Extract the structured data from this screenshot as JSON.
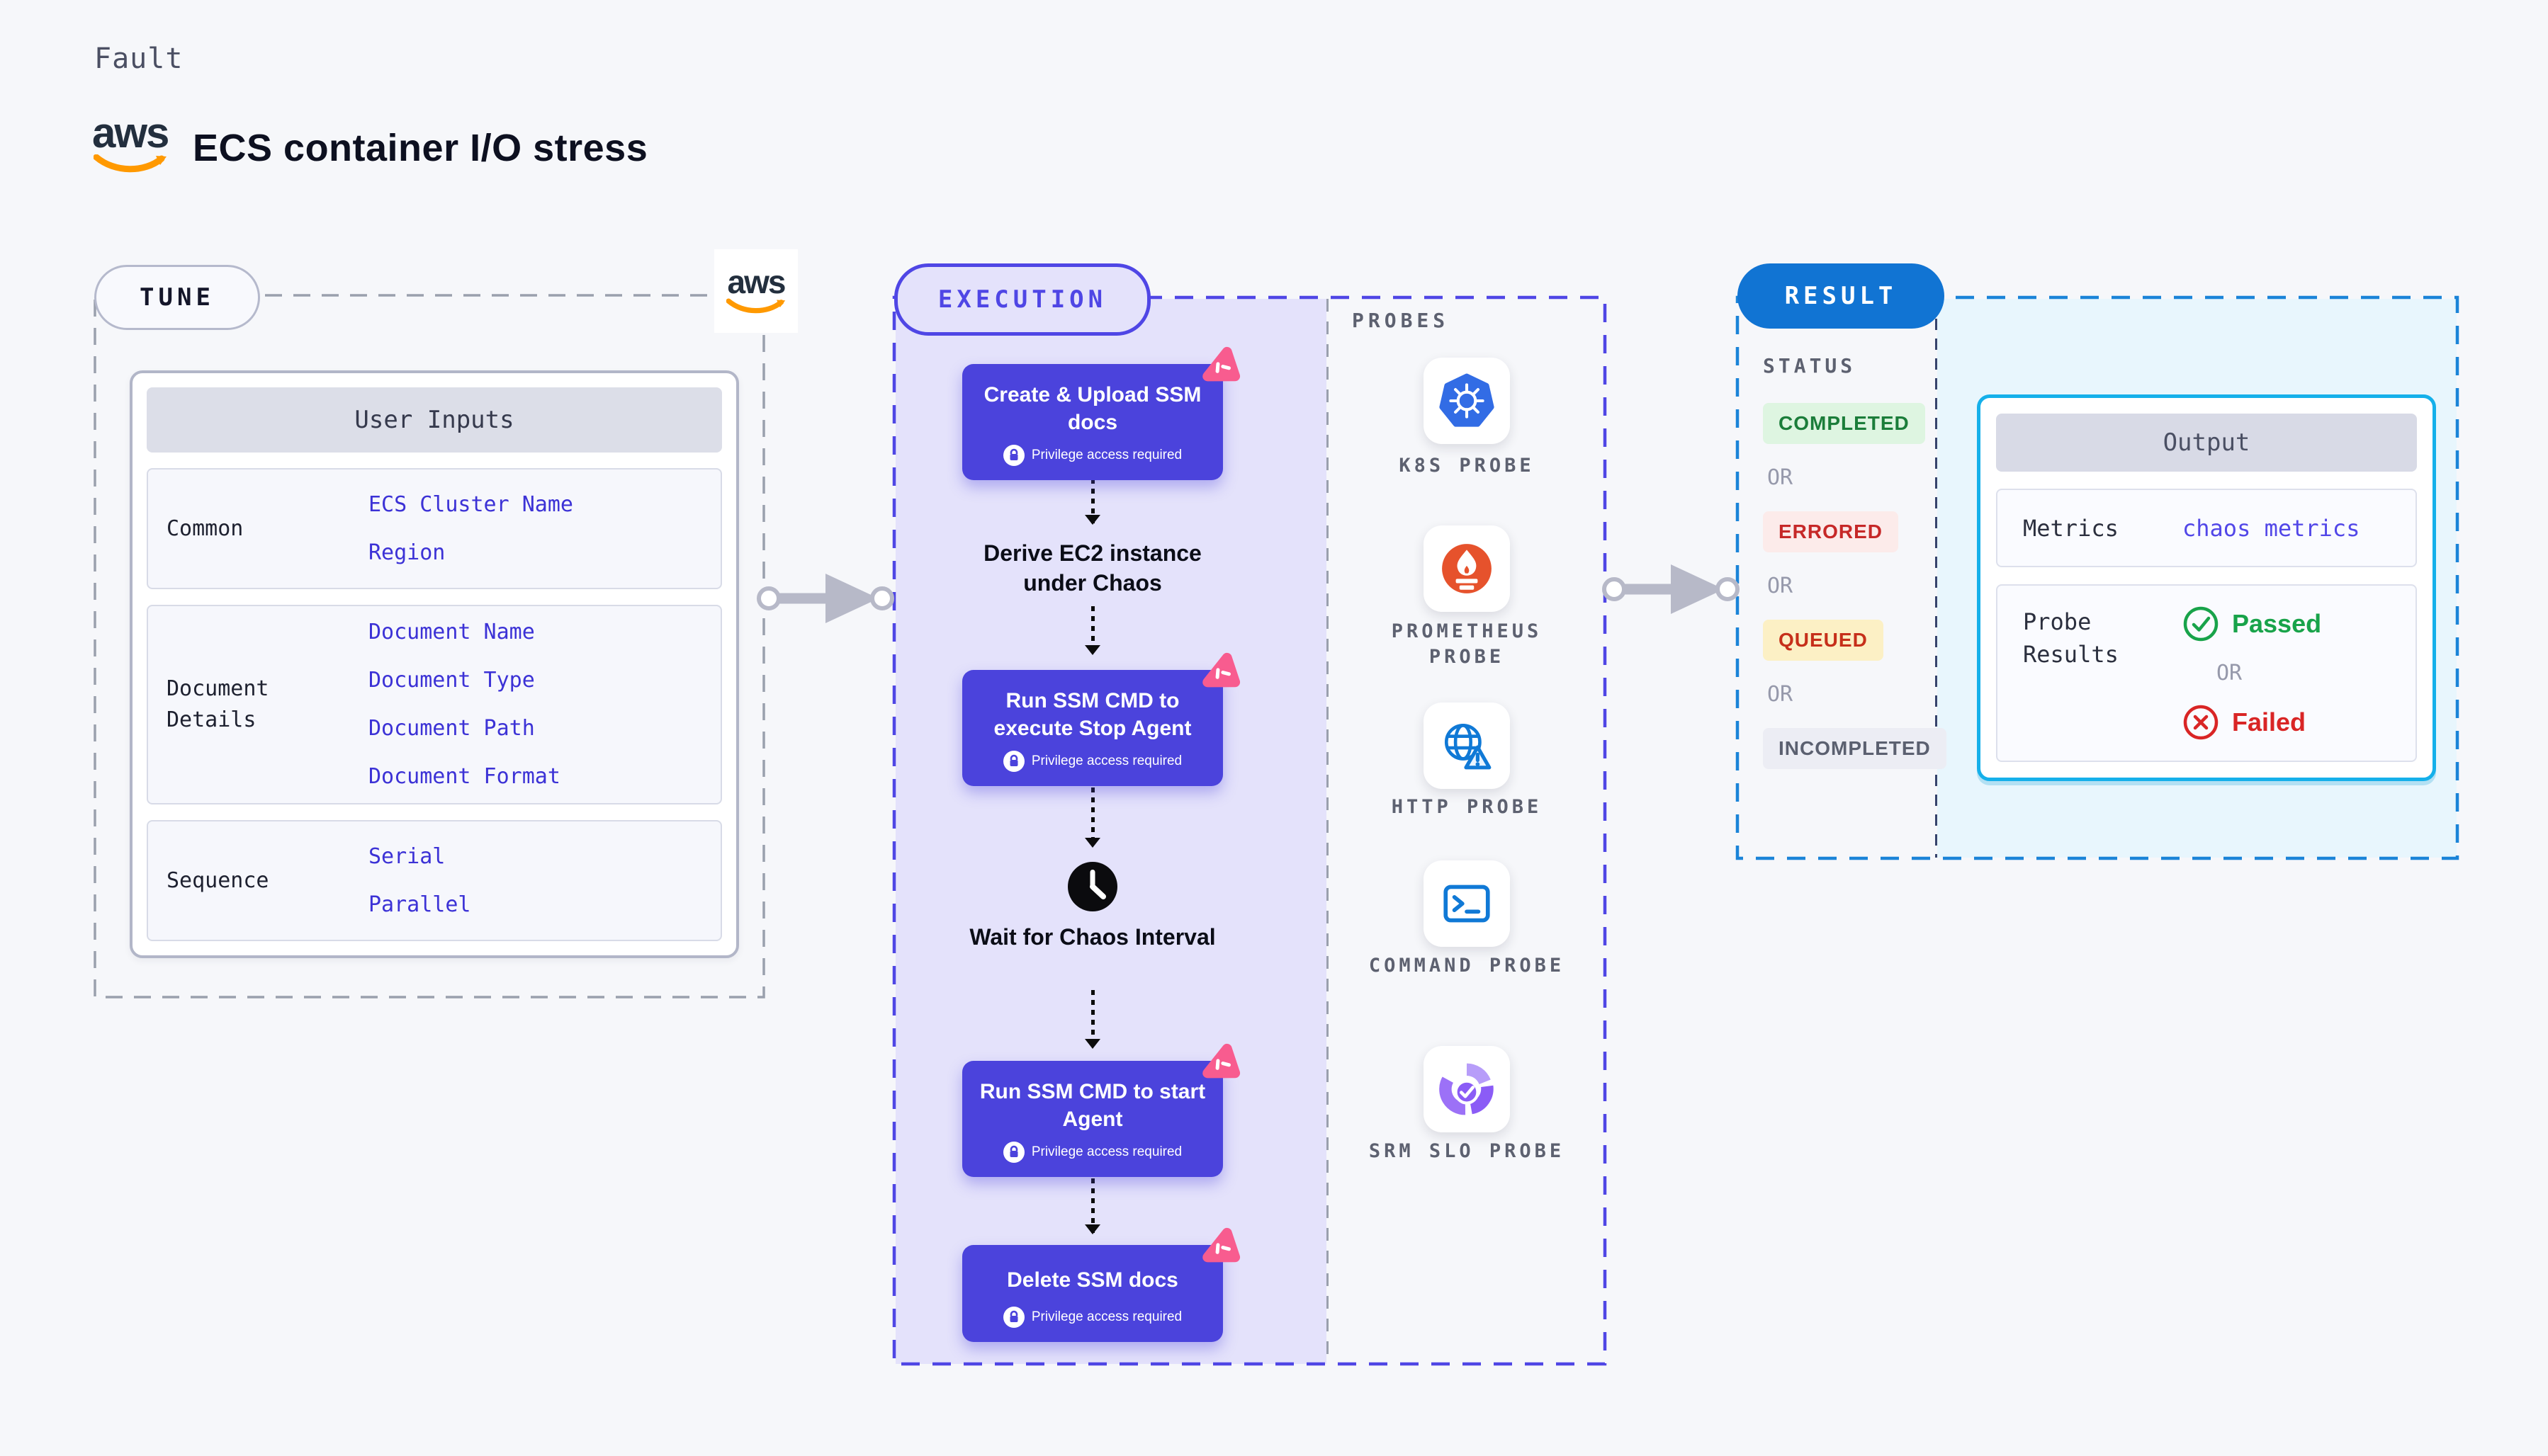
{
  "page": {
    "fault_label": "Fault",
    "brand": "aws",
    "title": "ECS container I/O stress"
  },
  "colors": {
    "indigo": "#4b43dc",
    "lavender": "#e4e2fb",
    "pink_ribbon": "#f85c8f",
    "result_blue": "#1174d3",
    "cyan_border": "#15b0ea",
    "passed_green": "#18a34a",
    "failed_red": "#d92525",
    "aws_orange": "#ff9900"
  },
  "tune": {
    "label": "TUNE",
    "table": {
      "header": "User Inputs",
      "rows": [
        {
          "label": "Common",
          "values": [
            "ECS Cluster Name",
            "Region"
          ]
        },
        {
          "label": "Document Details",
          "values": [
            "Document Name",
            "Document Type",
            "Document Path",
            "Document Format"
          ]
        },
        {
          "label": "Sequence",
          "values": [
            "Serial",
            "Parallel"
          ]
        }
      ]
    }
  },
  "execution": {
    "label": "EXECUTION",
    "steps": [
      {
        "type": "action",
        "title": "Create & Upload SSM docs",
        "badge": "Privilege access required"
      },
      {
        "type": "text",
        "title": "Derive EC2 instance under Chaos"
      },
      {
        "type": "action",
        "title": "Run SSM CMD to execute Stop Agent",
        "badge": "Privilege access required"
      },
      {
        "type": "wait",
        "title": "Wait for Chaos Interval"
      },
      {
        "type": "action",
        "title": "Run SSM CMD to start Agent",
        "badge": "Privilege access required"
      },
      {
        "type": "action",
        "title": "Delete SSM docs",
        "badge": "Privilege access required"
      }
    ],
    "probes": {
      "label": "PROBES",
      "items": [
        {
          "name": "K8S PROBE",
          "icon": "kubernetes-icon"
        },
        {
          "name": "PROMETHEUS PROBE",
          "icon": "prometheus-icon"
        },
        {
          "name": "HTTP PROBE",
          "icon": "http-globe-warning-icon"
        },
        {
          "name": "COMMAND PROBE",
          "icon": "terminal-icon"
        },
        {
          "name": "SRM SLO PROBE",
          "icon": "slo-donut-check-icon"
        }
      ]
    }
  },
  "result": {
    "label": "RESULT",
    "status": {
      "heading": "STATUS",
      "separator": "OR",
      "badges": [
        "COMPLETED",
        "ERRORED",
        "QUEUED",
        "INCOMPLETED"
      ]
    },
    "output": {
      "header": "Output",
      "metrics_label": "Metrics",
      "metrics_value": "chaos metrics",
      "probe_results_label": "Probe Results",
      "passed": "Passed",
      "separator": "OR",
      "failed": "Failed"
    }
  }
}
